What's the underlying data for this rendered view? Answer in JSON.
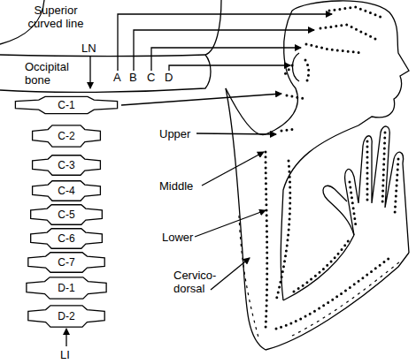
{
  "diagram": {
    "nodes": [
      {
        "text": [
          "C-1"
        ]
      },
      {
        "text": [
          "C-2"
        ]
      },
      {
        "text": [
          "C-3"
        ]
      },
      {
        "text": [
          "C-4"
        ]
      },
      {
        "text": [
          "C-5"
        ]
      },
      {
        "text": [
          "C-6"
        ]
      },
      {
        "text": [
          "C-7"
        ]
      },
      {
        "text": [
          "D-1"
        ]
      },
      {
        "text": [
          "D-2"
        ]
      }
    ],
    "labels": [
      "Superior curved line",
      "LN",
      "Occipital bone",
      "A",
      "B",
      "C",
      "D",
      "Upper",
      "Middle",
      "Lower",
      "Cervico-dorsal",
      "LI"
    ]
  }
}
